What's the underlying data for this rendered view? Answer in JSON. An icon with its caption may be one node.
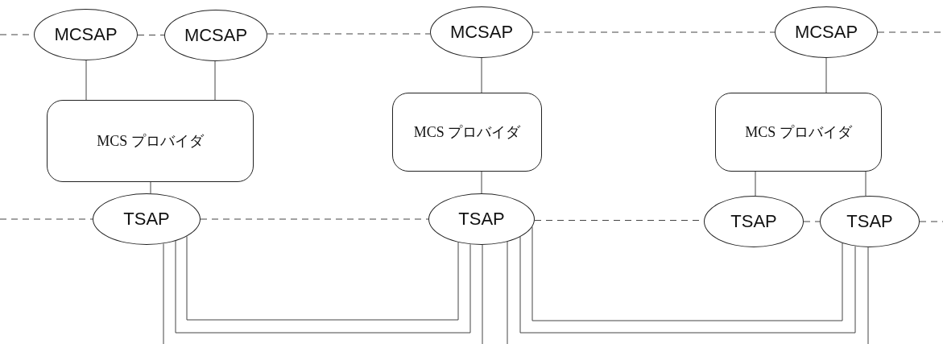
{
  "diagram": {
    "nodes": [
      {
        "text": [
          "MCSAP"
        ]
      },
      {
        "text": [
          "MCSAP"
        ]
      },
      {
        "text": [
          "MCSAP"
        ]
      },
      {
        "text": [
          "MCSAP"
        ]
      },
      {
        "text": [
          "MCS プロバイダ"
        ]
      },
      {
        "text": [
          "MCS プロバイダ"
        ]
      },
      {
        "text": [
          "MCS プロバイダ"
        ]
      },
      {
        "text": [
          "TSAP"
        ]
      },
      {
        "text": [
          "TSAP"
        ]
      },
      {
        "text": [
          "TSAP"
        ]
      },
      {
        "text": [
          "TSAP"
        ]
      }
    ],
    "edges": [
      {
        "from": null,
        "to": 0,
        "arrow": "none",
        "style": "dashed"
      },
      {
        "from": 0,
        "to": 1,
        "arrow": "none",
        "style": "dashed"
      },
      {
        "from": 1,
        "to": 2,
        "arrow": "none",
        "style": "dashed"
      },
      {
        "from": 2,
        "to": 3,
        "arrow": "none",
        "style": "dashed"
      },
      {
        "from": 3,
        "to": null,
        "arrow": "none",
        "style": "dashed"
      },
      {
        "from": 0,
        "to": 4,
        "arrow": "none"
      },
      {
        "from": 1,
        "to": 4,
        "arrow": "none"
      },
      {
        "from": 2,
        "to": 5,
        "arrow": "none"
      },
      {
        "from": 3,
        "to": 6,
        "arrow": "none"
      },
      {
        "from": 4,
        "to": 7,
        "arrow": "none"
      },
      {
        "from": 5,
        "to": 8,
        "arrow": "none"
      },
      {
        "from": 6,
        "to": 9,
        "arrow": "none"
      },
      {
        "from": 6,
        "to": 10,
        "arrow": "none"
      },
      {
        "from": null,
        "to": 7,
        "arrow": "none",
        "style": "dashed"
      },
      {
        "from": 7,
        "to": 8,
        "arrow": "none",
        "style": "dashed"
      },
      {
        "from": 8,
        "to": 9,
        "arrow": "none",
        "style": "dashed"
      },
      {
        "from": 9,
        "to": 10,
        "arrow": "none",
        "style": "dashed"
      },
      {
        "from": 10,
        "to": null,
        "arrow": "none",
        "style": "dashed"
      },
      {
        "from": 7,
        "to": null,
        "arrow": "none"
      },
      {
        "from": 7,
        "to": 8,
        "arrow": "none"
      },
      {
        "from": 7,
        "to": 8,
        "arrow": "none"
      },
      {
        "from": 8,
        "to": null,
        "arrow": "none"
      },
      {
        "from": 8,
        "to": null,
        "arrow": "none"
      },
      {
        "from": 8,
        "to": 10,
        "arrow": "none"
      },
      {
        "from": 8,
        "to": 10,
        "arrow": "none"
      },
      {
        "from": 10,
        "to": null,
        "arrow": "none"
      }
    ]
  }
}
